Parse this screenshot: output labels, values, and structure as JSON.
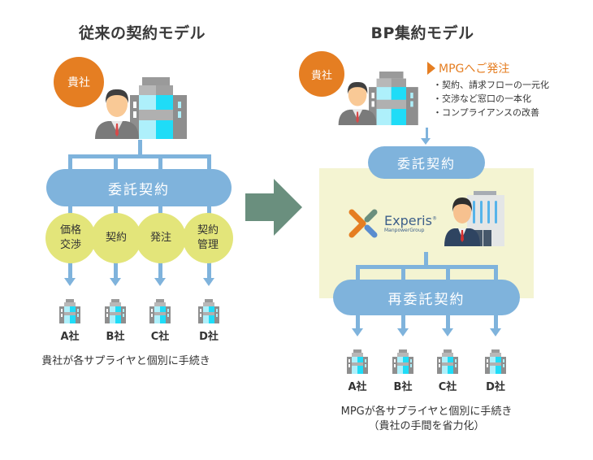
{
  "left": {
    "title": "従来の契約モデル",
    "client_badge": "貴社",
    "contract_pill": "委託契約",
    "tasks": [
      {
        "line1": "価格",
        "line2": "交渉"
      },
      {
        "line1": "契約",
        "line2": ""
      },
      {
        "line1": "発注",
        "line2": ""
      },
      {
        "line1": "契約",
        "line2": "管理"
      }
    ],
    "suppliers": [
      "A社",
      "B社",
      "C社",
      "D社"
    ],
    "footer": "貴社が各サプライヤと個別に手続き"
  },
  "right": {
    "title": "BP集約モデル",
    "client_badge": "貴社",
    "order_heading": "MPGへご発注",
    "benefits": [
      "・契約、請求フローの一元化",
      "・交渉など窓口の一本化",
      "・コンプライアンスの改善"
    ],
    "contract_pill": "委託契約",
    "logo": {
      "name": "Experis",
      "registered": "®",
      "sub": "ManpowerGroup"
    },
    "subcontract_pill": "再委託契約",
    "suppliers": [
      "A社",
      "B社",
      "C社",
      "D社"
    ],
    "footer_line1": "MPGが各サプライヤと個別に手続き",
    "footer_line2": "（貴社の手間を省力化）"
  },
  "colors": {
    "accent_orange": "#e57e22",
    "pill_blue": "#7fb3dc",
    "task_yellow": "#e3e57a",
    "bp_box_bg": "#f4f4d2",
    "transition_arrow": "#6a8f7e"
  }
}
